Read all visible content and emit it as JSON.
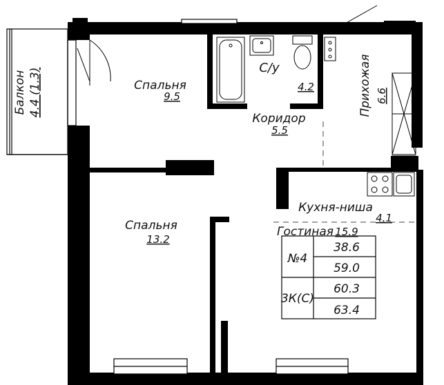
{
  "rooms": {
    "balcony": {
      "name": "Балкон",
      "area": "4.4 (1.3)"
    },
    "bedroom_small": {
      "name": "Спальня",
      "area": "9.5"
    },
    "bathroom": {
      "name": "С/у",
      "area": "4.2"
    },
    "hallway": {
      "name": "Прихожая",
      "area": "6.6"
    },
    "corridor": {
      "name": "Коридор",
      "area": "5.5"
    },
    "bedroom_large": {
      "name": "Спальня",
      "area": "13.2"
    },
    "kitchen_niche": {
      "name": "Кухня-ниша",
      "area": "4.1"
    },
    "living": {
      "name": "Гостиная",
      "area": "15.9"
    }
  },
  "apartment": {
    "number": "№4",
    "type": "3К(С)",
    "areas": [
      "38.6",
      "59.0",
      "60.3",
      "63.4"
    ]
  }
}
